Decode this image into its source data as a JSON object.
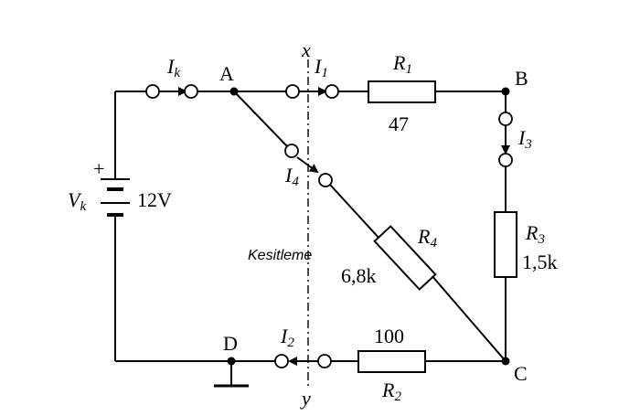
{
  "nodes": {
    "a": "A",
    "b": "B",
    "c": "C",
    "d": "D"
  },
  "source": {
    "name": "V",
    "name_sub": "k",
    "plus": "+",
    "value": "12V"
  },
  "currents": {
    "ik": {
      "name": "I",
      "sub": "k"
    },
    "i1": {
      "name": "I",
      "sub": "1"
    },
    "i2": {
      "name": "I",
      "sub": "2"
    },
    "i3": {
      "name": "I",
      "sub": "3"
    },
    "i4": {
      "name": "I",
      "sub": "4"
    }
  },
  "resistors": {
    "r1": {
      "name": "R",
      "sub": "1",
      "value": "47"
    },
    "r2": {
      "name": "R",
      "sub": "2",
      "value": "100"
    },
    "r3": {
      "name": "R",
      "sub": "3",
      "value": "1,5k"
    },
    "r4": {
      "name": "R",
      "sub": "4",
      "value": "6,8k"
    }
  },
  "cut_line": {
    "label": "Kesitleme",
    "top": "x",
    "bottom": "y"
  }
}
